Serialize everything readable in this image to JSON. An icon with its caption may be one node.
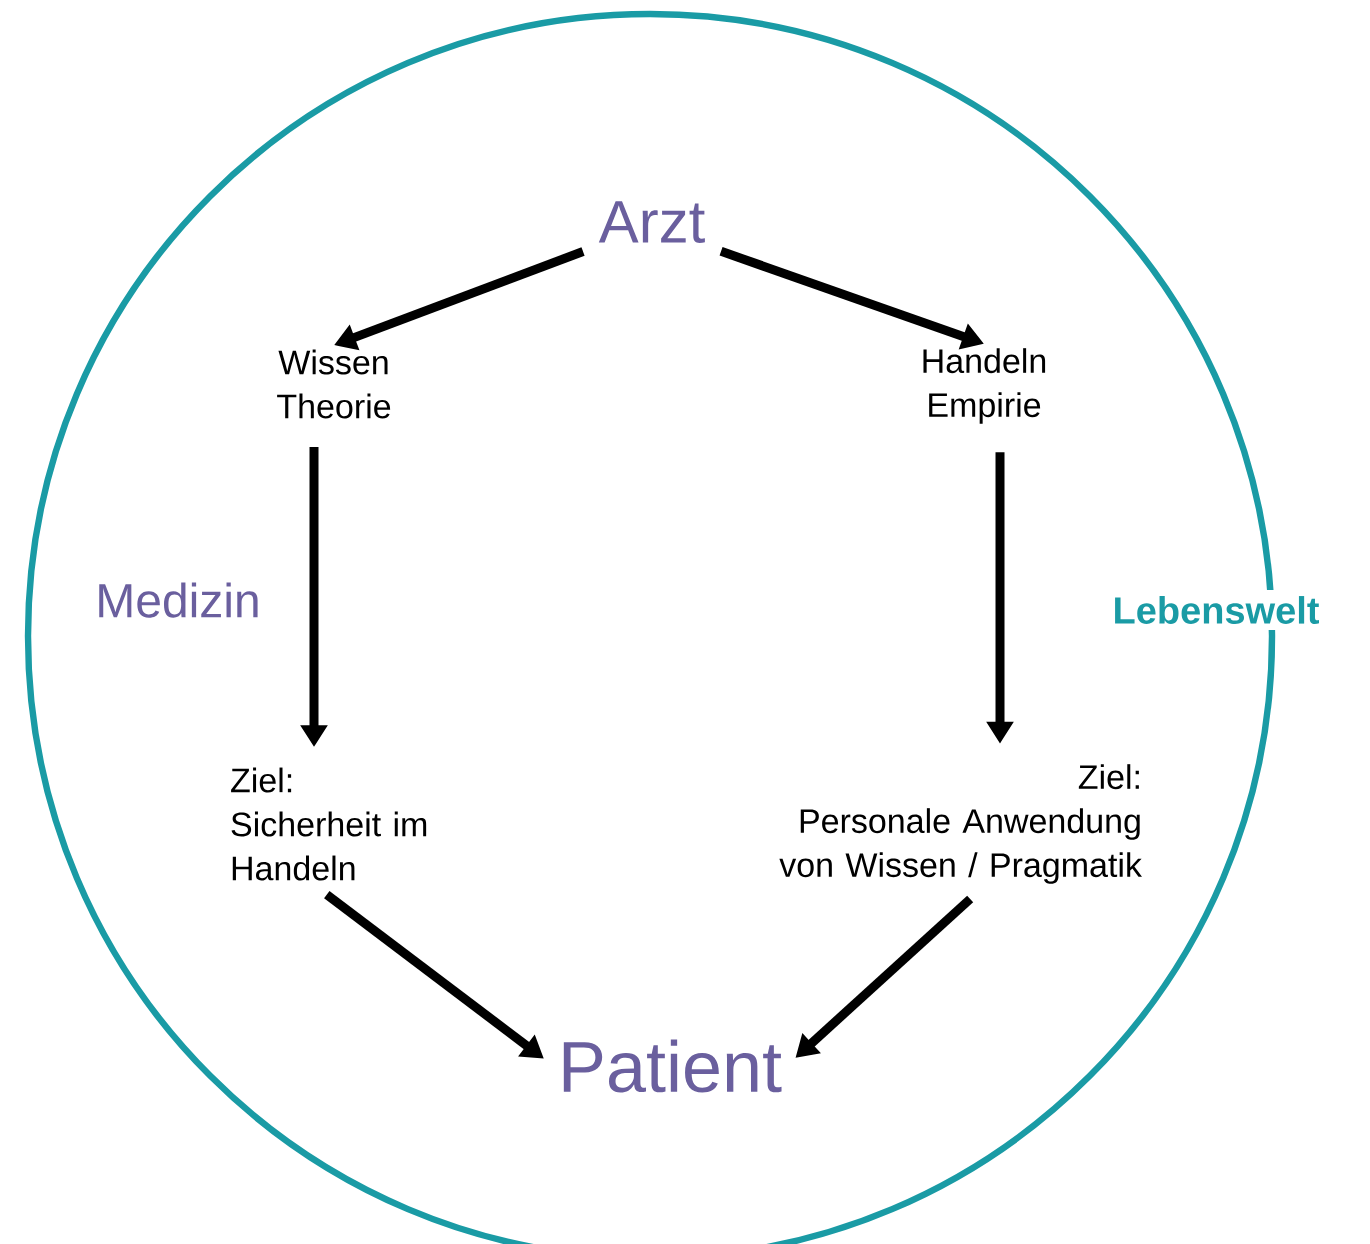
{
  "diagram": {
    "nodes": [
      {
        "text": [
          "Lebenswelt"
        ]
      },
      {
        "text": [
          "Arzt"
        ],
        "in": 0
      },
      {
        "text": [
          "Wissen Theorie"
        ],
        "in": 0
      },
      {
        "text": [
          "Handeln Empirie"
        ],
        "in": 0
      },
      {
        "text": [
          "Ziel:",
          "Sicherheit im Handeln"
        ],
        "in": 0
      },
      {
        "text": [
          "Ziel:",
          "Personale Anwendung von Wissen / Pragmatik"
        ],
        "in": 0
      },
      {
        "text": [
          "Patient"
        ],
        "in": 0
      }
    ],
    "edges": [
      {
        "from": 1,
        "to": 2,
        "arrow": "to"
      },
      {
        "from": 1,
        "to": 3,
        "arrow": "to"
      },
      {
        "from": 2,
        "to": 4,
        "arrow": "to"
      },
      {
        "from": 3,
        "to": 5,
        "arrow": "to"
      },
      {
        "from": 4,
        "to": 6,
        "arrow": "to"
      },
      {
        "from": 5,
        "to": 6,
        "arrow": "to"
      }
    ],
    "labels": [
      "Medizin"
    ]
  }
}
